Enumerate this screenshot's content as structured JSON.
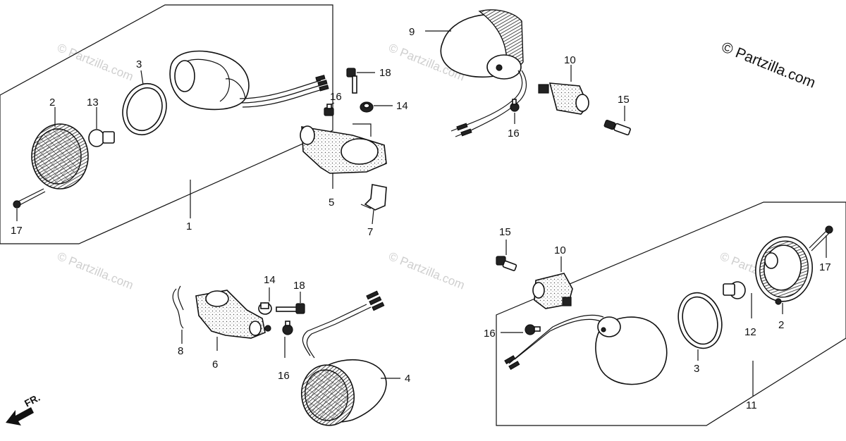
{
  "copyright": "© Partzilla.com",
  "watermark": "© Partzilla.com",
  "direction_label": "FR.",
  "callouts": {
    "c1": "1",
    "c2a": "2",
    "c3a": "3",
    "c13": "13",
    "c17a": "17",
    "c16a": "16",
    "c18a": "18",
    "c14a": "14",
    "c5": "5",
    "c7": "7",
    "c9": "9",
    "c10a": "10",
    "c15a": "15",
    "c16b": "16",
    "c15b": "15",
    "c10b": "10",
    "c16c": "16",
    "c14b": "14",
    "c18b": "18",
    "c8": "8",
    "c6": "6",
    "c16d": "16",
    "c4": "4",
    "c17b": "17",
    "c2b": "2",
    "c12": "12",
    "c3b": "3",
    "c11": "11"
  }
}
